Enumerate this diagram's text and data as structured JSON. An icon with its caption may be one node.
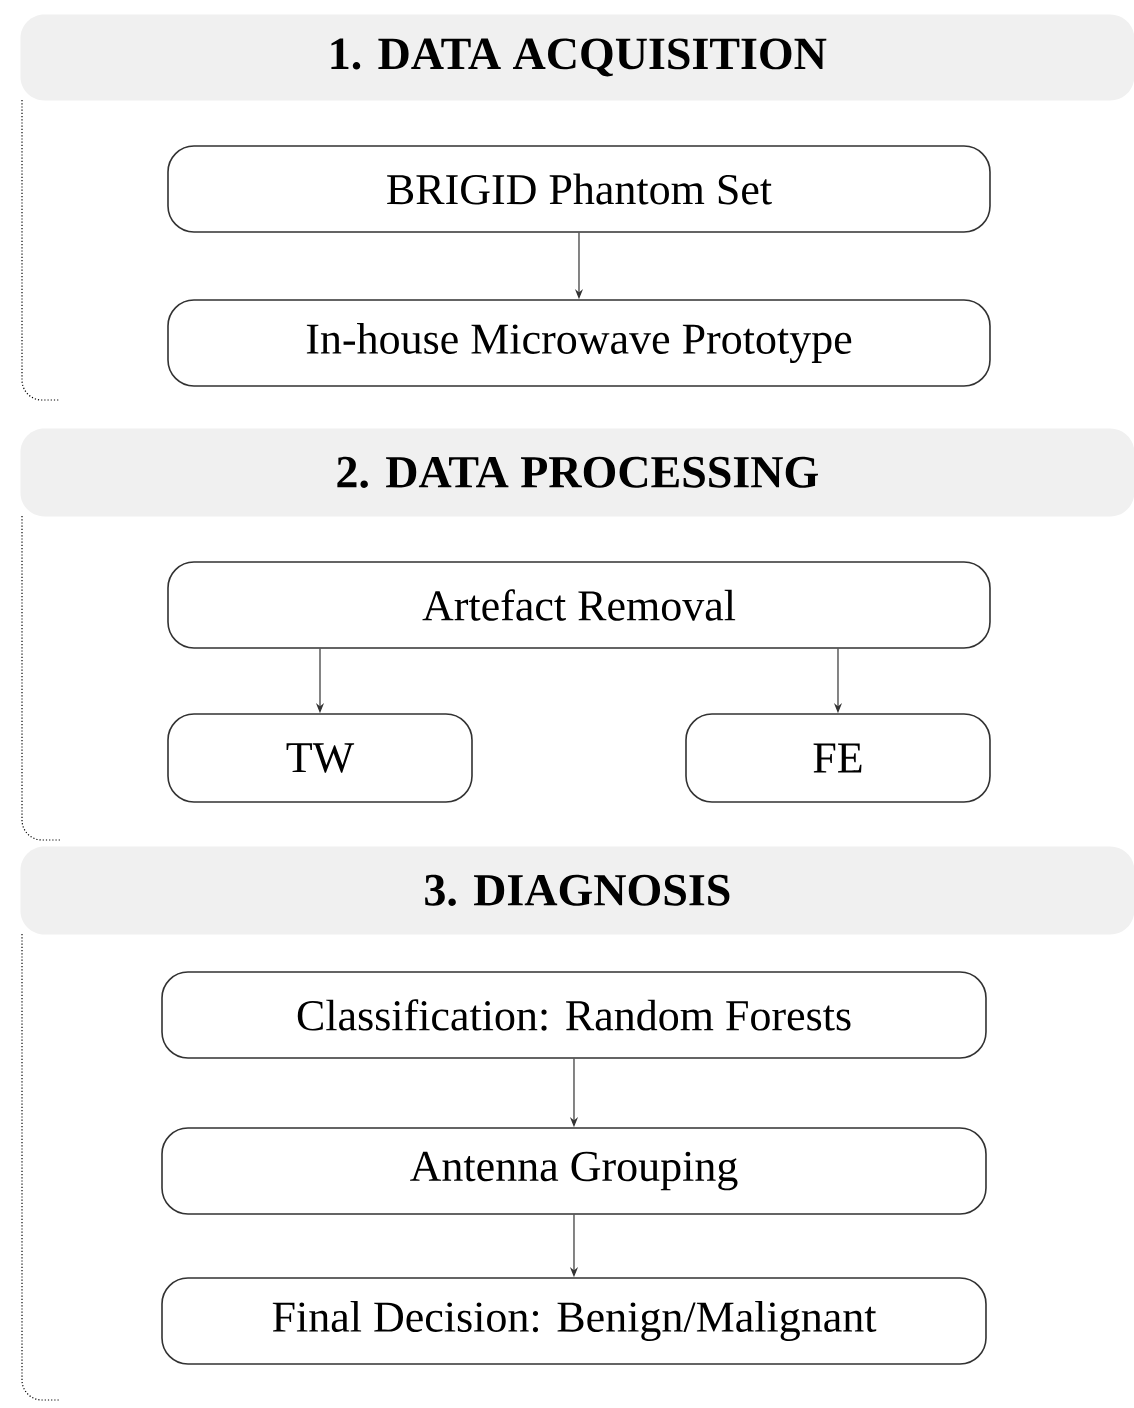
{
  "diagram": {
    "nodes": [
      {
        "text": [
          "1. DATA ACQUISITION"
        ]
      },
      {
        "text": [
          "BRIGID Phantom Set"
        ],
        "in": 0
      },
      {
        "text": [
          "In-house Microwave Prototype"
        ],
        "in": 0
      },
      {
        "text": [
          "2. DATA PROCESSING"
        ]
      },
      {
        "text": [
          "Artefact Removal"
        ],
        "in": 3
      },
      {
        "text": [
          "TW"
        ],
        "in": 3
      },
      {
        "text": [
          "FE"
        ],
        "in": 3
      },
      {
        "text": [
          "3. DIAGNOSIS"
        ]
      },
      {
        "text": [
          "Classification: Random Forests"
        ],
        "in": 7
      },
      {
        "text": [
          "Antenna Grouping"
        ],
        "in": 7
      },
      {
        "text": [
          "Final Decision: Benign/Malignant"
        ],
        "in": 7
      }
    ],
    "edges": [
      {
        "from": 1,
        "to": 2,
        "arrow": "to"
      },
      {
        "from": 4,
        "to": 5,
        "arrow": "to"
      },
      {
        "from": 4,
        "to": 6,
        "arrow": "to"
      },
      {
        "from": 8,
        "to": 9,
        "arrow": "to"
      },
      {
        "from": 9,
        "to": 10,
        "arrow": "to"
      }
    ]
  }
}
